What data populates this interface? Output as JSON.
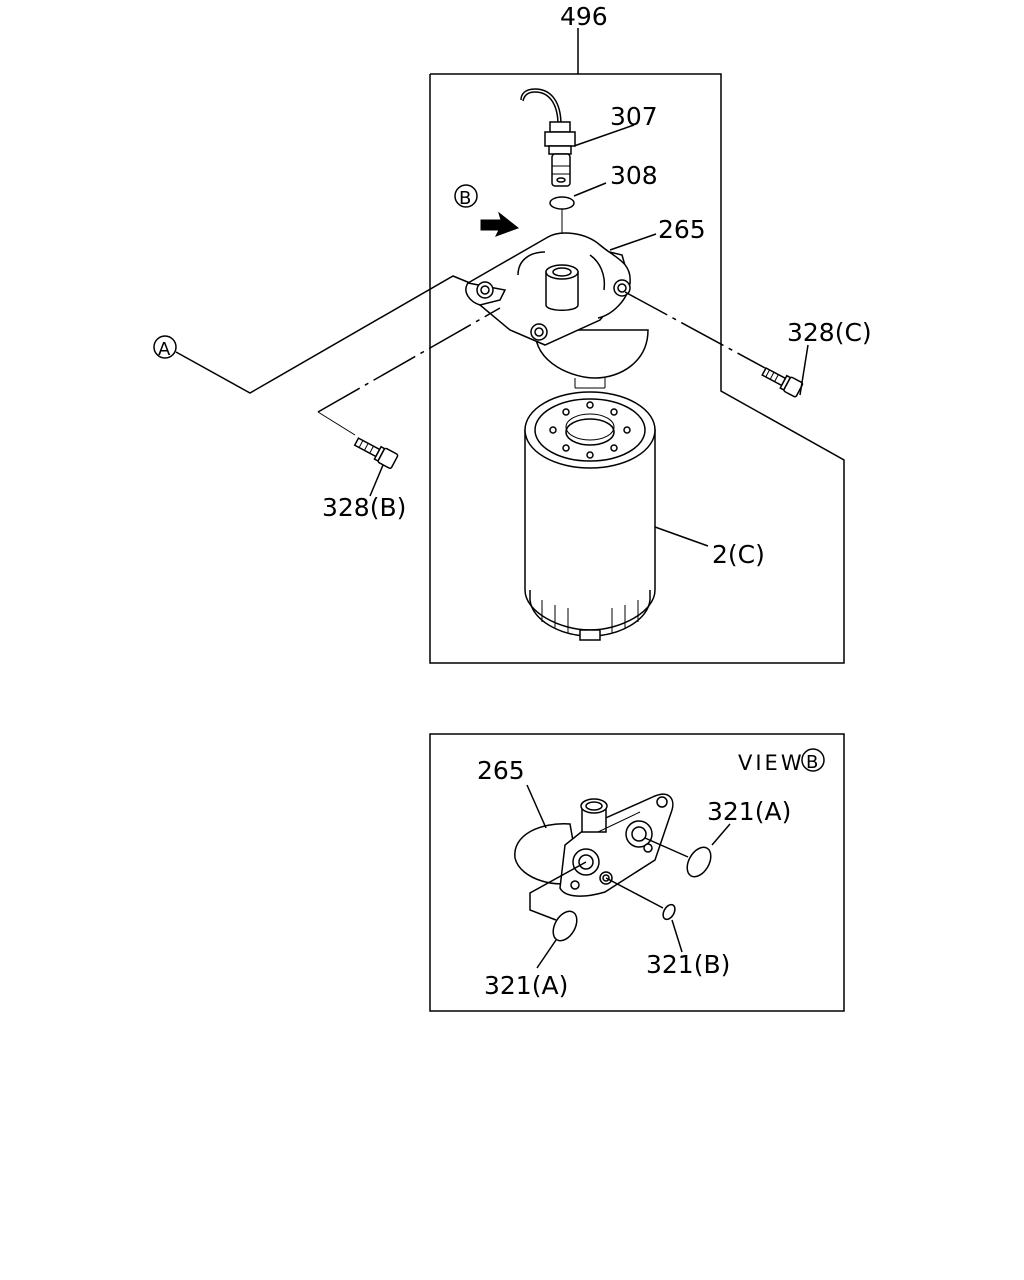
{
  "labels": {
    "assembly": "496",
    "switch": "307",
    "switch_oring": "308",
    "head_top": "265",
    "bolt_c": "328(C)",
    "bolt_b": "328(B)",
    "filter": "2(C)",
    "callout_a": "A",
    "callout_b": "B",
    "view_text": "VIEW",
    "view_callout": "B",
    "head_view": "265",
    "oring_a_right": "321(A)",
    "oring_a_bottom": "321(A)",
    "oring_b": "321(B)"
  }
}
